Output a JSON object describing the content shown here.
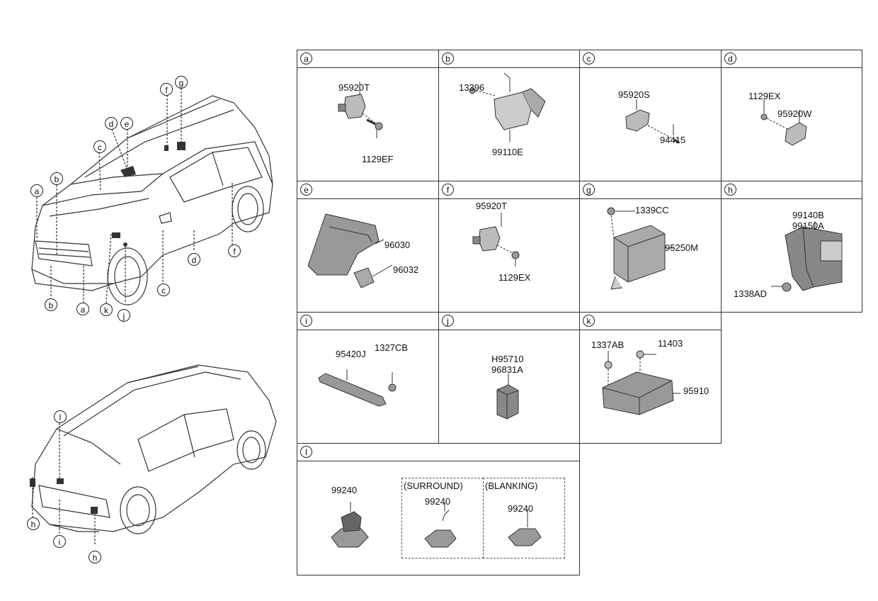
{
  "front_view_callouts": [
    "a",
    "b",
    "c",
    "d",
    "e",
    "f",
    "g",
    "f",
    "d",
    "c",
    "j",
    "k",
    "a",
    "b"
  ],
  "rear_view_callouts": [
    "l",
    "h",
    "i",
    "h"
  ],
  "cells": {
    "a": {
      "letter": "a",
      "parts": [
        "95920T",
        "1129EF"
      ]
    },
    "b": {
      "letter": "b",
      "parts": [
        "13396",
        "99110E"
      ]
    },
    "c": {
      "letter": "c",
      "parts": [
        "95920S",
        "94415"
      ]
    },
    "d": {
      "letter": "d",
      "parts": [
        "1129EX",
        "95920W"
      ]
    },
    "e": {
      "letter": "e",
      "parts": [
        "96030",
        "96032"
      ]
    },
    "f": {
      "letter": "f",
      "parts": [
        "95920T",
        "1129EX"
      ]
    },
    "g": {
      "letter": "g",
      "parts": [
        "1339CC",
        "95250M"
      ]
    },
    "h": {
      "letter": "h",
      "parts": [
        "99140B",
        "99150A",
        "1338AD"
      ]
    },
    "i": {
      "letter": "i",
      "parts": [
        "95420J",
        "1327CB"
      ]
    },
    "j": {
      "letter": "j",
      "parts": [
        "H95710",
        "96831A"
      ]
    },
    "k": {
      "letter": "k",
      "parts": [
        "1337AB",
        "11403",
        "95910"
      ]
    },
    "l": {
      "letter": "l",
      "parts": [
        "99240",
        "99240",
        "99240"
      ],
      "sub_titles": [
        "(SURROUND)",
        "(BLANKING)"
      ]
    }
  }
}
